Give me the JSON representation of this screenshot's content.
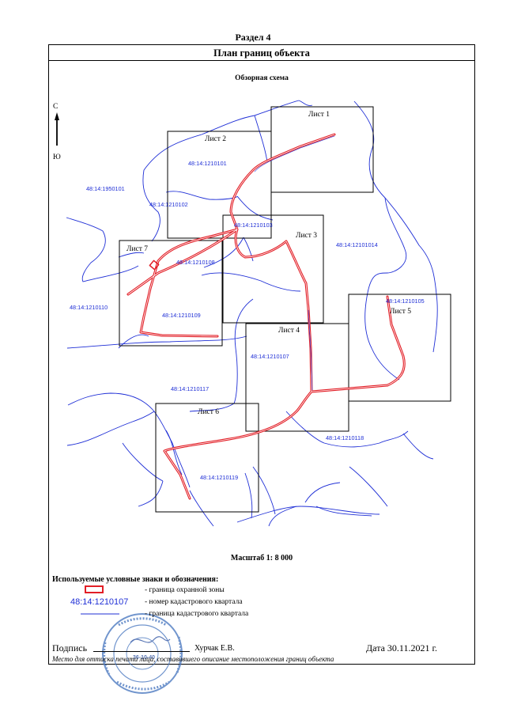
{
  "section_title": "Раздел 4",
  "frame_title": "План границ объекта",
  "overview_title": "Обзорная схема",
  "compass": {
    "north": "С",
    "south": "Ю"
  },
  "sheets": {
    "s1": "Лист 1",
    "s2": "Лист 2",
    "s3": "Лист 3",
    "s4": "Лист 4",
    "s5": "Лист 5",
    "s6": "Лист 6",
    "s7": "Лист 7"
  },
  "cadastral": {
    "q1950101": "48:14:1950101",
    "q1210101": "48:14:1210101",
    "q1210102": "48:14:1210102",
    "q1210103": "48:14:1210103",
    "q12101014": "48:14:12101014",
    "q1210108": "48:14:1210108",
    "q1210110": "48:14:1210110",
    "q1210109": "48:14:1210109",
    "q1210105": "48:14:1210105",
    "q1210107": "48:14:1210107",
    "q1210117": "48:14:1210117",
    "q1210118": "48:14:1210118",
    "q1210119": "48:14:1210119"
  },
  "scale": "Масштаб 1: 8 000",
  "legend": {
    "title": "Используемые условные знаки и обозначения:",
    "boundary_desc": "- граница  охранной зоны",
    "cad_sample": "48:14:1210107",
    "cad_number_desc": "- номер кадастрового квартала",
    "cad_border_desc": "- граница кадастрового квартала"
  },
  "signature": {
    "label": "Подпись",
    "name": "Хурчак Е.В.",
    "date": "Дата 30.11.2021 г.",
    "note": "Место для оттиска печати лица, составившего описание местоположения границ объекта"
  },
  "colors": {
    "boundary": "#e21e26",
    "cadastral": "#1f2fd6",
    "stamp": "#4a78c0"
  }
}
